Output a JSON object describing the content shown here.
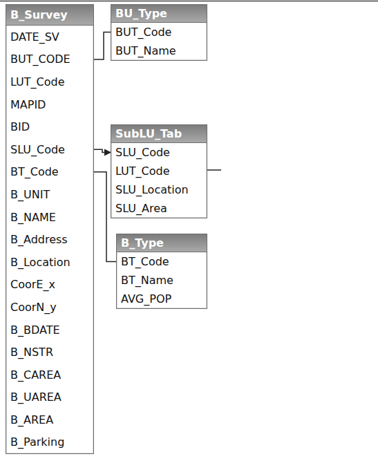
{
  "diagram": {
    "nodes": [
      {
        "text": [
          "B_Survey",
          "DATE_SV",
          "BUT_CODE",
          "LUT_Code",
          "MAPID",
          "BID",
          "SLU_Code",
          "BT_Code",
          "B_UNIT",
          "B_NAME",
          "B_Address",
          "B_Location",
          "CoorE_x",
          "CoorN_y",
          "B_BDATE",
          "B_NSTR",
          "B_CAREA",
          "B_UAREA",
          "B_AREA",
          "B_Parking"
        ]
      },
      {
        "text": [
          "BU_Type",
          "BUT_Code",
          "BUT_Name"
        ]
      },
      {
        "text": [
          "SubLU_Tab",
          "SLU_Code",
          "LUT_Code",
          "SLU_Location",
          "SLU_Area"
        ]
      },
      {
        "text": [
          "B_Type",
          "BT_Code",
          "BT_Name",
          "AVG_POP"
        ]
      }
    ],
    "edges": [
      {
        "from": 0,
        "to": 1,
        "arrow": "none"
      },
      {
        "from": 0,
        "to": 2,
        "arrow": "to"
      },
      {
        "from": 0,
        "to": 3,
        "arrow": "none"
      }
    ]
  }
}
